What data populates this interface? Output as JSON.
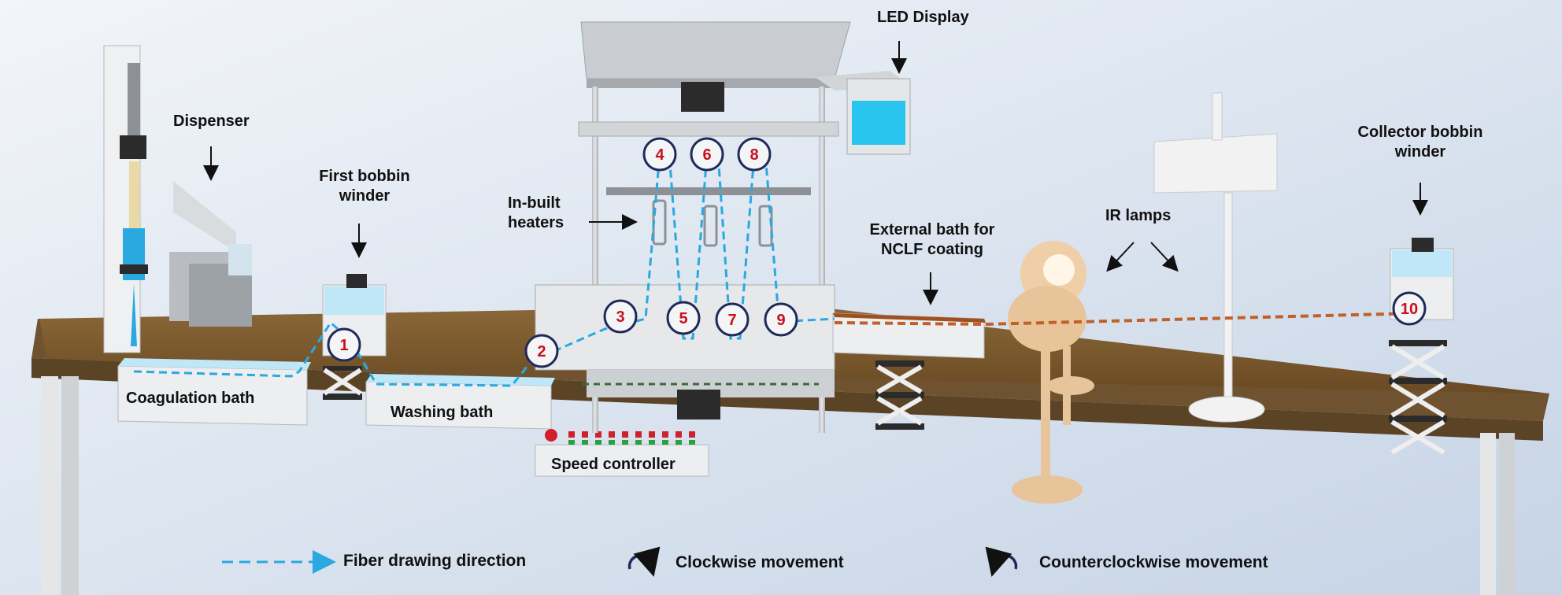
{
  "labels": {
    "led_display": "LED Display",
    "dispenser": "Dispenser",
    "first_bobbin_winder_line1": "First bobbin",
    "first_bobbin_winder_line2": "winder",
    "inbuilt_heaters_line1": "In-built",
    "inbuilt_heaters_line2": "heaters",
    "external_bath_line1": "External bath for",
    "external_bath_line2": "NCLF coating",
    "ir_lamps": "IR lamps",
    "collector_line1": "Collector bobbin",
    "collector_line2": "winder",
    "coagulation_bath": "Coagulation bath",
    "washing_bath": "Washing bath",
    "speed_controller": "Speed controller"
  },
  "rollers": [
    "1",
    "2",
    "3",
    "4",
    "5",
    "6",
    "7",
    "8",
    "9",
    "10"
  ],
  "legend": {
    "fiber_direction": "Fiber drawing direction",
    "clockwise": "Clockwise movement",
    "counterclockwise": "Counterclockwise movement"
  },
  "colors": {
    "fiber": "#29a9e0",
    "coated_fiber": "#c0602a",
    "roller_number": "#c8101e",
    "arrow": "#1f2a5a",
    "table_top": "#7a5a32"
  }
}
